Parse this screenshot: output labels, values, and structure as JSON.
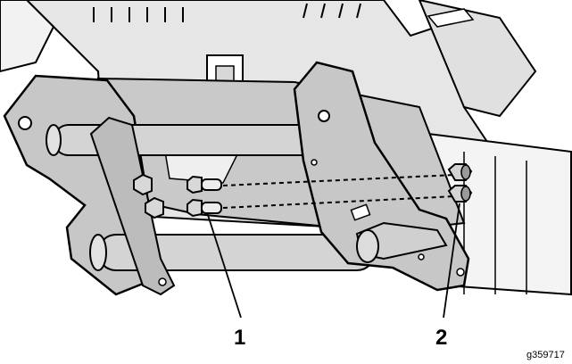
{
  "figure": {
    "callouts": [
      {
        "label": "1",
        "part": "bolt"
      },
      {
        "label": "2",
        "part": "nut"
      }
    ],
    "figure_id": "g359717"
  }
}
